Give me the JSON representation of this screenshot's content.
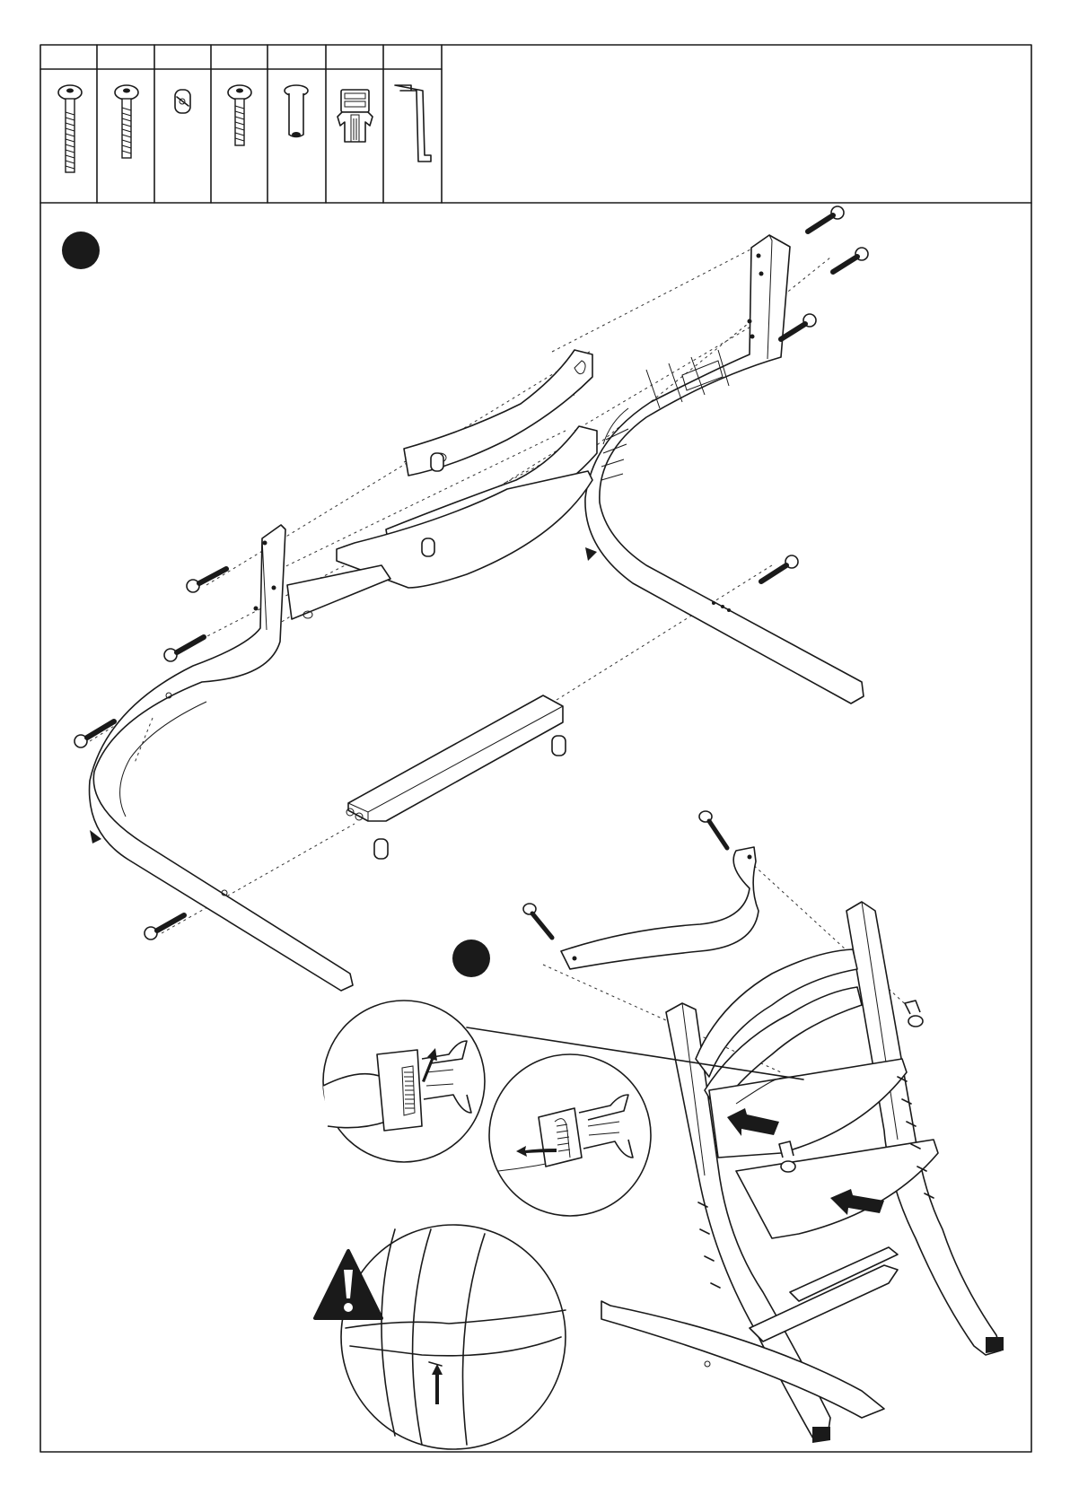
{
  "page": {
    "title": "",
    "steps": [
      {
        "id": "step-1",
        "label": ""
      },
      {
        "id": "step-2",
        "label": ""
      }
    ]
  },
  "parts_table": {
    "parts": [
      {
        "name": "long-hex-bolt",
        "label": "",
        "icon": "long-bolt-icon"
      },
      {
        "name": "medium-hex-bolt",
        "label": "",
        "icon": "medium-bolt-icon"
      },
      {
        "name": "barrel-nut",
        "label": "",
        "icon": "barrel-nut-icon"
      },
      {
        "name": "short-hex-bolt",
        "label": "",
        "icon": "short-bolt-icon"
      },
      {
        "name": "sleeve-nut",
        "label": "",
        "icon": "sleeve-nut-icon"
      },
      {
        "name": "buckle",
        "label": "",
        "icon": "buckle-icon"
      },
      {
        "name": "allen-key",
        "label": "",
        "icon": "allen-key-icon"
      }
    ]
  },
  "colors": {
    "ink": "#1a1a1a",
    "paper": "#ffffff"
  }
}
